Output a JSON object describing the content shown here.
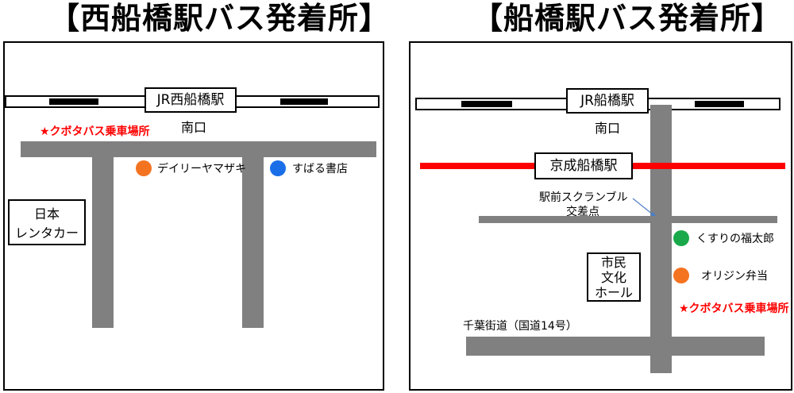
{
  "left": {
    "title": "【西船橋駅バス発着所】",
    "station": "JR西船橋駅",
    "exit": "南口",
    "bus_stop": "★クボタバス乗車場所",
    "poi": [
      {
        "label": "デイリーヤマザキ",
        "color": "#f47321"
      },
      {
        "label": "すばる書店",
        "color": "#1a6ee8"
      }
    ],
    "box_lines": [
      "日本",
      "レンタカー"
    ]
  },
  "right": {
    "title": "【船橋駅バス発着所】",
    "station": "JR船橋駅",
    "exit": "南口",
    "keisei_station": "京成船橋駅",
    "crossing_lines": [
      "駅前スクランブル",
      "交差点"
    ],
    "poi": [
      {
        "label": "くすりの福太郎",
        "color": "#19a94a"
      },
      {
        "label": "オリジン弁当",
        "color": "#f47321"
      }
    ],
    "box_lines": [
      "市民",
      "文化",
      "ホール"
    ],
    "bus_stop": "★クボタバス乗車場所",
    "road_label": "千葉街道（国道14号）"
  },
  "colors": {
    "road": "#808080",
    "keisei_line": "#ff0000",
    "stop_text": "#ff0000"
  }
}
